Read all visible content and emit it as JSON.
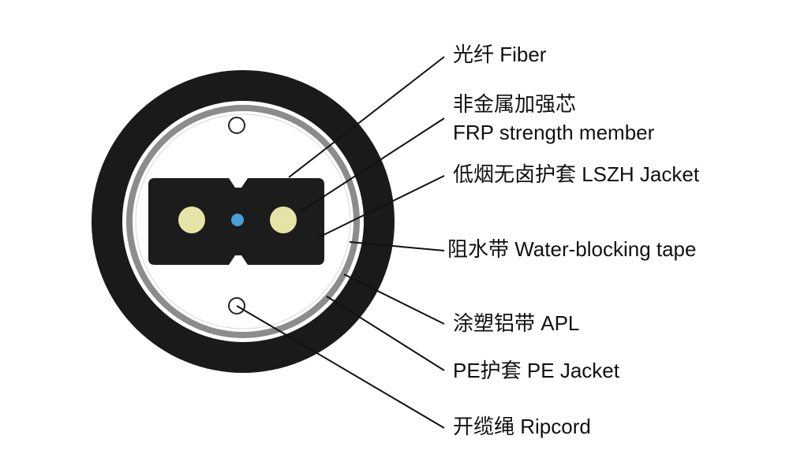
{
  "colors": {
    "outer_jacket": "#1a1a1a",
    "tape_ring": "#8c8c8c",
    "inner_gap": "#ffffff",
    "drop_cable": "#1c1c1c",
    "strength_member": "#e6e3a6",
    "fiber": "#4a9fd8",
    "leader_line": "#111111",
    "background": "#ffffff"
  },
  "labels": {
    "fiber": "光纤 Fiber",
    "frp_cn": "非金属加强芯",
    "frp_en": "FRP strength member",
    "lszh": "低烟无卤护套 LSZH Jacket",
    "water_blocking": "阻水带 Water-blocking tape",
    "apl": "涂塑铝带 APL",
    "pe_jacket": "PE护套 PE Jacket",
    "ripcord": "开缆绳 Ripcord"
  }
}
